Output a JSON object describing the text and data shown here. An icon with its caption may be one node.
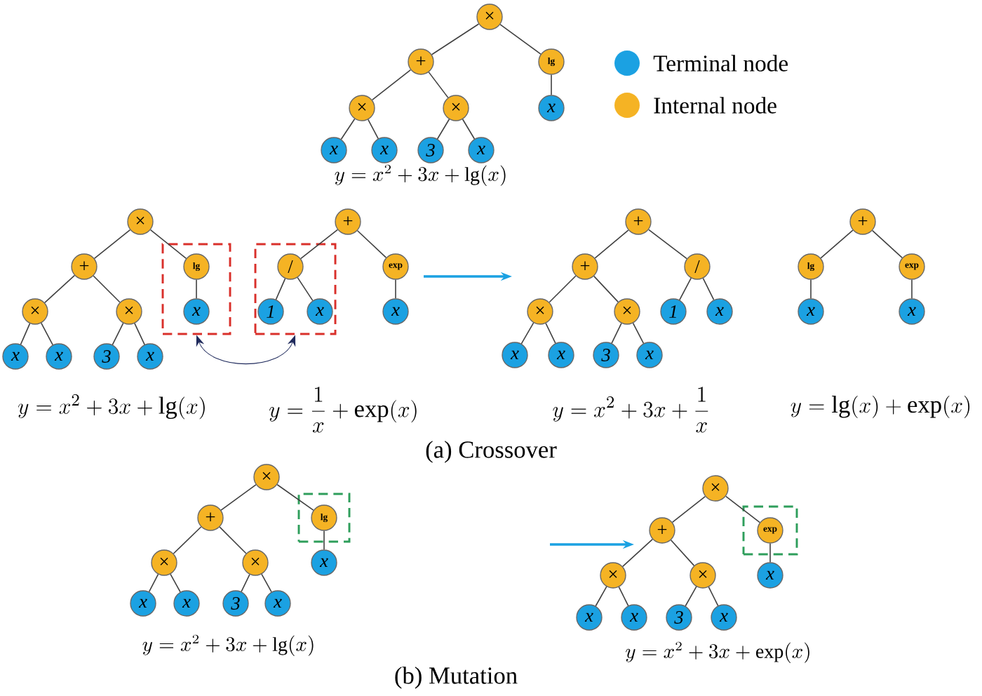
{
  "diagram": {
    "nodes": [
      {
        "text": [
          "×"
        ]
      },
      {
        "text": [
          "+"
        ]
      },
      {
        "text": [
          "lg"
        ]
      },
      {
        "text": [
          "×"
        ]
      },
      {
        "text": [
          "×"
        ]
      },
      {
        "text": [
          "x"
        ]
      },
      {
        "text": [
          "x"
        ]
      },
      {
        "text": [
          "x"
        ]
      },
      {
        "text": [
          "3"
        ]
      },
      {
        "text": [
          "x"
        ]
      },
      {
        "text": [
          "×"
        ]
      },
      {
        "text": [
          "+"
        ]
      },
      {
        "text": [],
        "shape": "box"
      },
      {
        "text": [
          "lg"
        ],
        "in": 12
      },
      {
        "text": [
          "x"
        ],
        "in": 12
      },
      {
        "text": [
          "×"
        ]
      },
      {
        "text": [
          "×"
        ]
      },
      {
        "text": [
          "x"
        ]
      },
      {
        "text": [
          "x"
        ]
      },
      {
        "text": [
          "3"
        ]
      },
      {
        "text": [
          "x"
        ]
      },
      {
        "text": [
          "+"
        ]
      },
      {
        "text": [],
        "shape": "box"
      },
      {
        "text": [
          "/"
        ],
        "in": 22
      },
      {
        "text": [
          "exp"
        ]
      },
      {
        "text": [
          "1"
        ],
        "in": 22
      },
      {
        "text": [
          "x"
        ],
        "in": 22
      },
      {
        "text": [
          "x"
        ]
      },
      {
        "text": [
          "+"
        ]
      },
      {
        "text": [
          "+"
        ]
      },
      {
        "text": [
          "/"
        ]
      },
      {
        "text": [
          "×"
        ]
      },
      {
        "text": [
          "×"
        ]
      },
      {
        "text": [
          "1"
        ]
      },
      {
        "text": [
          "x"
        ]
      },
      {
        "text": [
          "x"
        ]
      },
      {
        "text": [
          "x"
        ]
      },
      {
        "text": [
          "3"
        ]
      },
      {
        "text": [
          "x"
        ]
      },
      {
        "text": [
          "+"
        ]
      },
      {
        "text": [
          "lg"
        ]
      },
      {
        "text": [
          "exp"
        ]
      },
      {
        "text": [
          "x"
        ]
      },
      {
        "text": [
          "x"
        ]
      },
      {
        "text": [
          "×"
        ]
      },
      {
        "text": [
          "+"
        ]
      },
      {
        "text": [],
        "shape": "box"
      },
      {
        "text": [
          "lg"
        ],
        "in": 46
      },
      {
        "text": [
          "×"
        ]
      },
      {
        "text": [
          "×"
        ]
      },
      {
        "text": [
          "x"
        ]
      },
      {
        "text": [
          "x"
        ]
      },
      {
        "text": [
          "x"
        ]
      },
      {
        "text": [
          "3"
        ]
      },
      {
        "text": [
          "x"
        ]
      },
      {
        "text": [
          "×"
        ]
      },
      {
        "text": [
          "+"
        ]
      },
      {
        "text": [],
        "shape": "box"
      },
      {
        "text": [
          "exp"
        ],
        "in": 57
      },
      {
        "text": [
          "×"
        ]
      },
      {
        "text": [
          "×"
        ]
      },
      {
        "text": [
          "x"
        ]
      },
      {
        "text": [
          "x"
        ]
      },
      {
        "text": [
          "x"
        ]
      },
      {
        "text": [
          "3"
        ]
      },
      {
        "text": [
          "x"
        ]
      }
    ],
    "edges": [
      {
        "from": 0,
        "to": 1,
        "arrow": "none"
      },
      {
        "from": 0,
        "to": 2,
        "arrow": "none"
      },
      {
        "from": 1,
        "to": 3,
        "arrow": "none"
      },
      {
        "from": 1,
        "to": 4,
        "arrow": "none"
      },
      {
        "from": 2,
        "to": 5,
        "arrow": "none"
      },
      {
        "from": 3,
        "to": 6,
        "arrow": "none"
      },
      {
        "from": 3,
        "to": 7,
        "arrow": "none"
      },
      {
        "from": 4,
        "to": 8,
        "arrow": "none"
      },
      {
        "from": 4,
        "to": 9,
        "arrow": "none"
      },
      {
        "from": 10,
        "to": 11,
        "arrow": "none"
      },
      {
        "from": 10,
        "to": 13,
        "arrow": "none"
      },
      {
        "from": 11,
        "to": 15,
        "arrow": "none"
      },
      {
        "from": 11,
        "to": 16,
        "arrow": "none"
      },
      {
        "from": 13,
        "to": 14,
        "arrow": "none"
      },
      {
        "from": 15,
        "to": 17,
        "arrow": "none"
      },
      {
        "from": 15,
        "to": 18,
        "arrow": "none"
      },
      {
        "from": 16,
        "to": 19,
        "arrow": "none"
      },
      {
        "from": 16,
        "to": 20,
        "arrow": "none"
      },
      {
        "from": 21,
        "to": 23,
        "arrow": "none"
      },
      {
        "from": 21,
        "to": 24,
        "arrow": "none"
      },
      {
        "from": 23,
        "to": 25,
        "arrow": "none"
      },
      {
        "from": 23,
        "to": 26,
        "arrow": "none"
      },
      {
        "from": 24,
        "to": 27,
        "arrow": "none"
      },
      {
        "from": 28,
        "to": 29,
        "arrow": "none"
      },
      {
        "from": 28,
        "to": 30,
        "arrow": "none"
      },
      {
        "from": 29,
        "to": 31,
        "arrow": "none"
      },
      {
        "from": 29,
        "to": 32,
        "arrow": "none"
      },
      {
        "from": 30,
        "to": 33,
        "arrow": "none"
      },
      {
        "from": 30,
        "to": 34,
        "arrow": "none"
      },
      {
        "from": 31,
        "to": 35,
        "arrow": "none"
      },
      {
        "from": 31,
        "to": 36,
        "arrow": "none"
      },
      {
        "from": 32,
        "to": 37,
        "arrow": "none"
      },
      {
        "from": 32,
        "to": 38,
        "arrow": "none"
      },
      {
        "from": 39,
        "to": 40,
        "arrow": "none"
      },
      {
        "from": 39,
        "to": 41,
        "arrow": "none"
      },
      {
        "from": 40,
        "to": 42,
        "arrow": "none"
      },
      {
        "from": 41,
        "to": 43,
        "arrow": "none"
      },
      {
        "from": 44,
        "to": 45,
        "arrow": "none"
      },
      {
        "from": 44,
        "to": 47,
        "arrow": "none"
      },
      {
        "from": 45,
        "to": 48,
        "arrow": "none"
      },
      {
        "from": 45,
        "to": 49,
        "arrow": "none"
      },
      {
        "from": 47,
        "to": 50,
        "arrow": "none"
      },
      {
        "from": 48,
        "to": 51,
        "arrow": "none"
      },
      {
        "from": 48,
        "to": 52,
        "arrow": "none"
      },
      {
        "from": 49,
        "to": 53,
        "arrow": "none"
      },
      {
        "from": 49,
        "to": 54,
        "arrow": "none"
      },
      {
        "from": 55,
        "to": 56,
        "arrow": "none"
      },
      {
        "from": 55,
        "to": 58,
        "arrow": "none"
      },
      {
        "from": 56,
        "to": 59,
        "arrow": "none"
      },
      {
        "from": 56,
        "to": 60,
        "arrow": "none"
      },
      {
        "from": 58,
        "to": 61,
        "arrow": "none"
      },
      {
        "from": 59,
        "to": 62,
        "arrow": "none"
      },
      {
        "from": 59,
        "to": 63,
        "arrow": "none"
      },
      {
        "from": 60,
        "to": 64,
        "arrow": "none"
      },
      {
        "from": 60,
        "to": 65,
        "arrow": "none"
      },
      {
        "from": 12,
        "to": 22,
        "arrow": "both",
        "color": "#1f2a5c"
      }
    ],
    "labels": [
      "y=x^{2}+3x+\\lg(x)",
      "y=x^{2}+3x+\\lg(x)",
      "y=\\frac{1}{x}+\\exp(x)",
      "y=x^{2}+3x+\\frac{1}{x}",
      "y=\\lg(x)+\\exp(x)",
      "(a) Crossover",
      "y=x^{2}+3x+\\lg(x)",
      "y=x^{2}+3x+\\exp(x)",
      "(b) Mutation"
    ],
    "legend": [
      {
        "text": "Terminal node",
        "color": "#1ba1e2"
      },
      {
        "text": "Internal node",
        "color": "#f5b324"
      }
    ]
  }
}
